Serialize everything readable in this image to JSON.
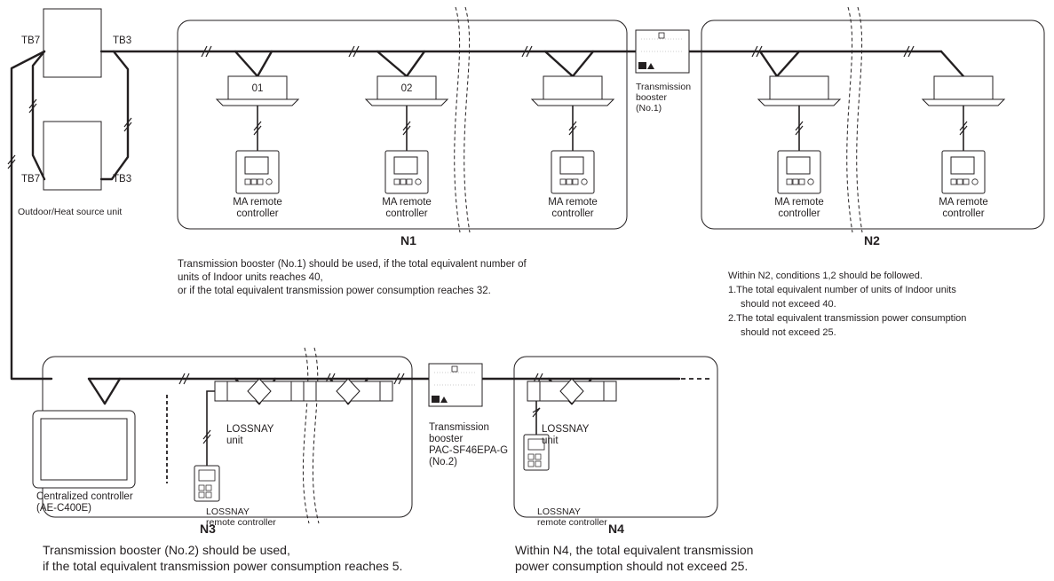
{
  "outdoor": {
    "tb7_top": "TB7",
    "tb3_top": "TB3",
    "tb7_bottom": "TB7",
    "tb3_bottom": "TB3",
    "caption": "Outdoor/Heat source unit"
  },
  "n1": {
    "label": "N1",
    "unit1_address": "01",
    "unit2_address": "02",
    "remote_label_line1": "MA remote",
    "remote_label_line2": "controller"
  },
  "booster1": {
    "line1": "Transmission",
    "line2": "booster",
    "line3": "(No.1)"
  },
  "n2": {
    "label": "N2",
    "remote_label_line1": "MA remote",
    "remote_label_line2": "controller"
  },
  "note_n1": {
    "line1": "Transmission booster (No.1) should be used, if the total equivalent number of",
    "line2": "units of Indoor units reaches 40,",
    "line3": "or if the total equivalent transmission power consumption reaches 32."
  },
  "note_n2": {
    "line1": "Within N2, conditions 1,2 should be followed.",
    "item1_line1": "1.The total equivalent number of units of Indoor units",
    "item1_line2": "should not exceed 40.",
    "item2_line1": "2.The total equivalent transmission power consumption",
    "item2_line2": "should not exceed 25."
  },
  "n3": {
    "label": "N3",
    "central_line1": "Centralized controller",
    "central_line2": "(AE-C400E)",
    "lossnay_line1": "LOSSNAY",
    "lossnay_line2": "unit",
    "lossnay_remote_line1": "LOSSNAY",
    "lossnay_remote_line2": "remote controller"
  },
  "booster2": {
    "line1": "Transmission",
    "line2": "booster",
    "line3": "PAC-SF46EPA-G",
    "line4": "(No.2)"
  },
  "n4": {
    "label": "N4",
    "lossnay_line1": "LOSSNAY",
    "lossnay_line2": "unit",
    "lossnay_remote_line1": "LOSSNAY",
    "lossnay_remote_line2": "remote controller"
  },
  "note_n3": {
    "line1": "Transmission booster (No.2) should be used,",
    "line2": "if the total equivalent transmission power consumption reaches 5."
  },
  "note_n4": {
    "line1": "Within N4, the total equivalent transmission",
    "line2": "power consumption should not exceed 25."
  }
}
